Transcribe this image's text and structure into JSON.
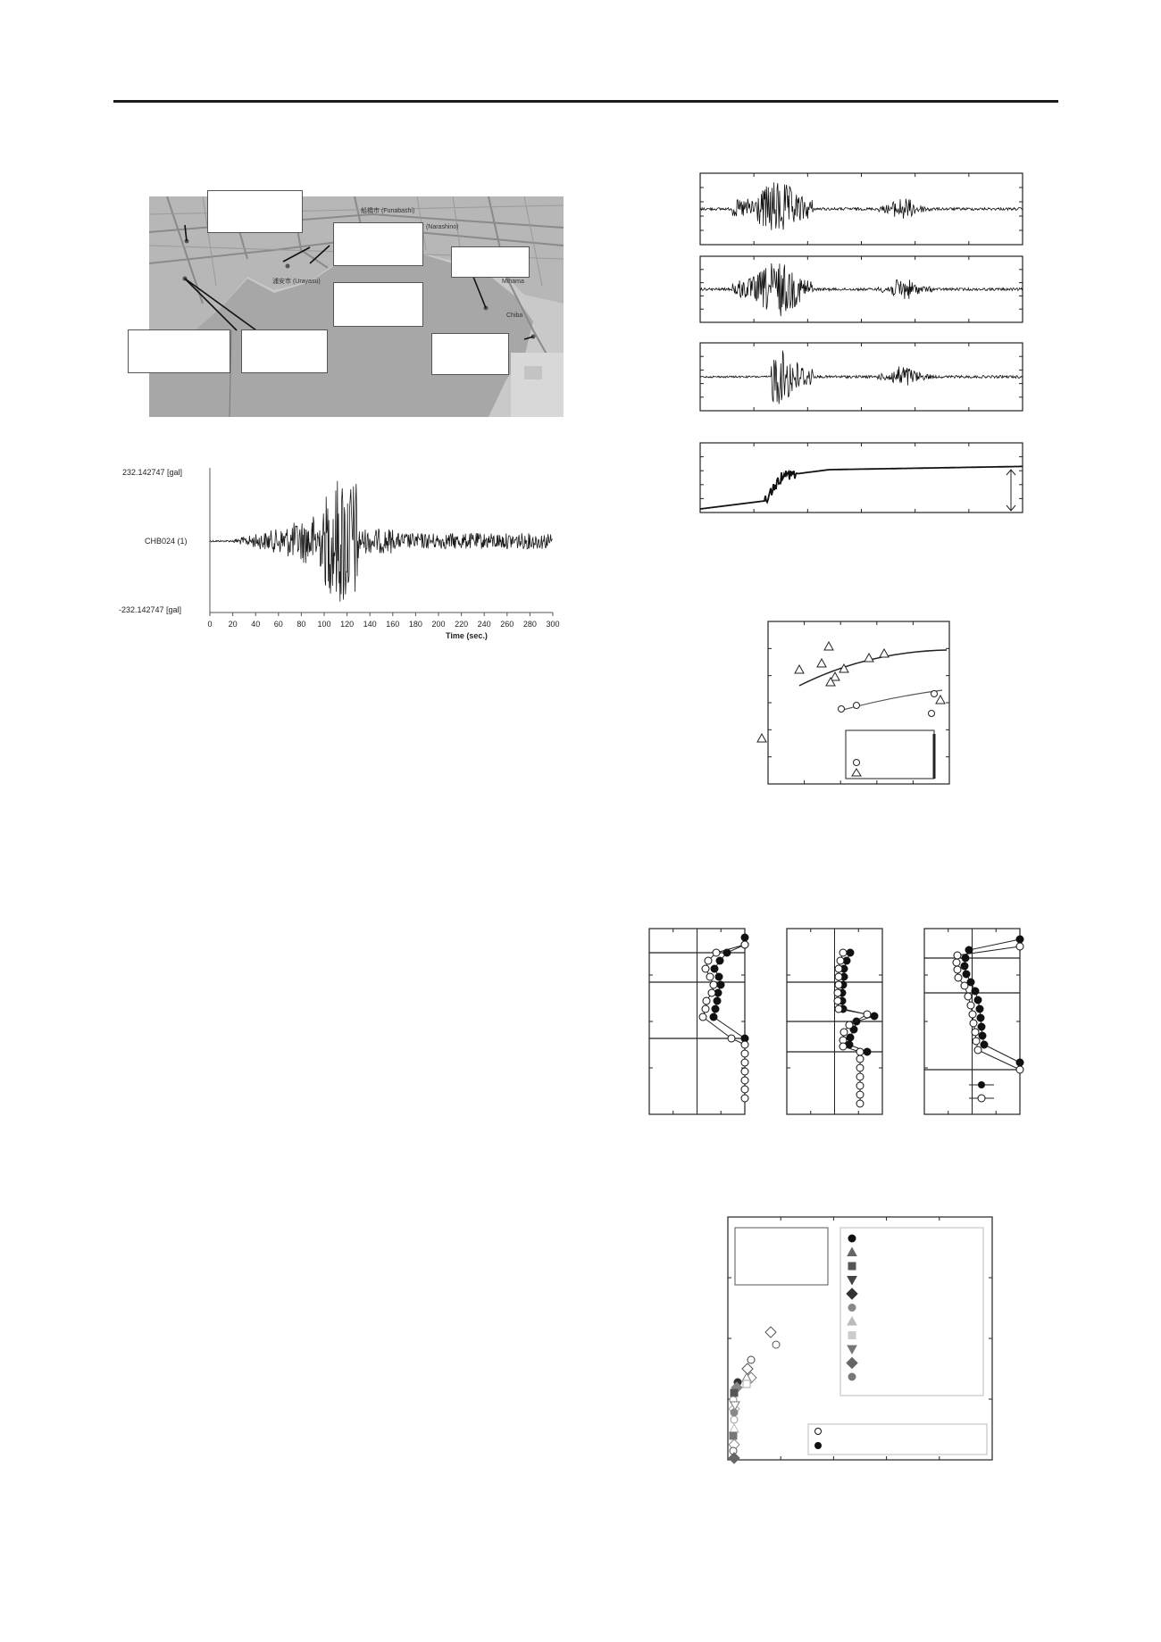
{
  "seismogram": {
    "y_max_label": "232.142747 [gal]",
    "y_min_label": "-232.142747 [gal]",
    "trace_label": "CHB024 (1)",
    "x_axis_title": "Time (sec.)",
    "x_ticks": [
      "0",
      "20",
      "40",
      "60",
      "80",
      "100",
      "120",
      "140",
      "160",
      "180",
      "200",
      "220",
      "240",
      "260",
      "280",
      "300"
    ]
  },
  "map": {
    "place_names": [
      "Funabashi",
      "Narashino",
      "Urayasu",
      "Mihama",
      "Chiba"
    ]
  },
  "chart_data": [
    {
      "type": "line",
      "description": "Time histories panel group (4 stacked traces, unlabeled in image)",
      "panels": 4,
      "x": [],
      "series": []
    },
    {
      "type": "scatter",
      "title": "",
      "legend_entries": [
        "",
        ""
      ],
      "series": [
        {
          "marker": "triangle",
          "values": []
        },
        {
          "marker": "circle",
          "values": []
        }
      ]
    },
    {
      "type": "line",
      "description": "Three depth-profile panels with filled/open markers",
      "panels": 3,
      "legend_entries": [
        "",
        ""
      ]
    },
    {
      "type": "scatter",
      "description": "Multi-series scatter with 11-entry marker legend",
      "legend_entries": [
        "",
        "",
        "",
        "",
        "",
        "",
        "",
        "",
        "",
        "",
        ""
      ],
      "legend2_entries": [
        "",
        ""
      ]
    }
  ]
}
